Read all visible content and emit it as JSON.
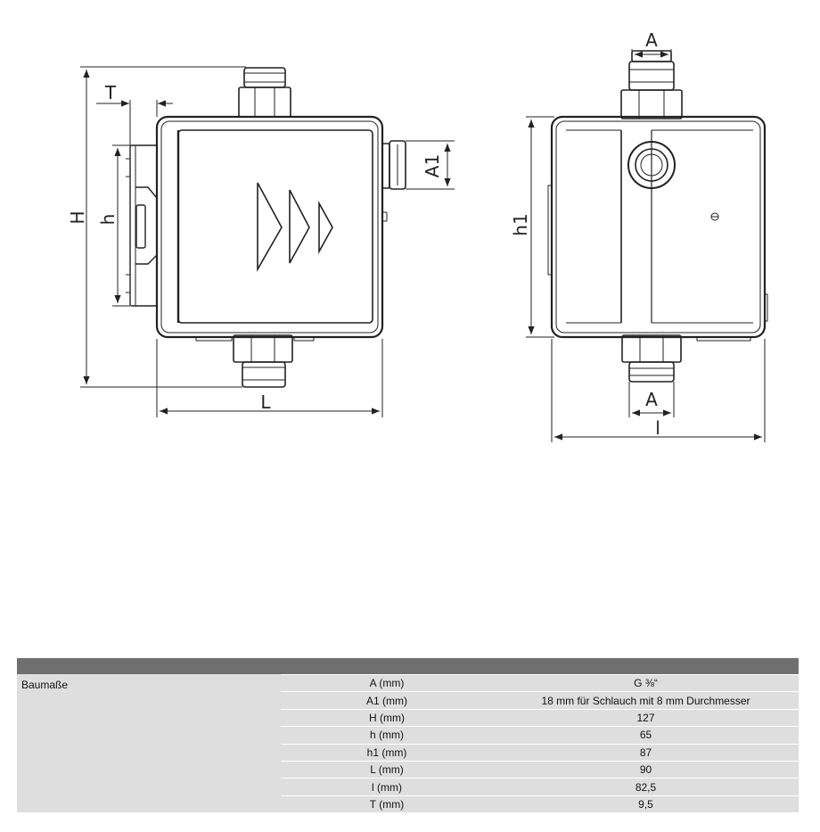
{
  "drawing": {
    "labels": {
      "H": "H",
      "h": "h",
      "T": "T",
      "A1": "A1",
      "L": "L",
      "A_top": "A",
      "A_bottom": "A",
      "h1": "h1",
      "l": "l"
    }
  },
  "table": {
    "category": "Baumaße",
    "rows": [
      {
        "param": "A (mm)",
        "value": "G ⅜“"
      },
      {
        "param": "A1 (mm)",
        "value": "18 mm für Schlauch mit 8 mm Durchmesser"
      },
      {
        "param": "H (mm)",
        "value": "127"
      },
      {
        "param": "h (mm)",
        "value": "65"
      },
      {
        "param": "h1 (mm)",
        "value": "87"
      },
      {
        "param": "L (mm)",
        "value": "90"
      },
      {
        "param": "l (mm)",
        "value": "82,5"
      },
      {
        "param": "T (mm)",
        "value": "9,5"
      }
    ]
  }
}
